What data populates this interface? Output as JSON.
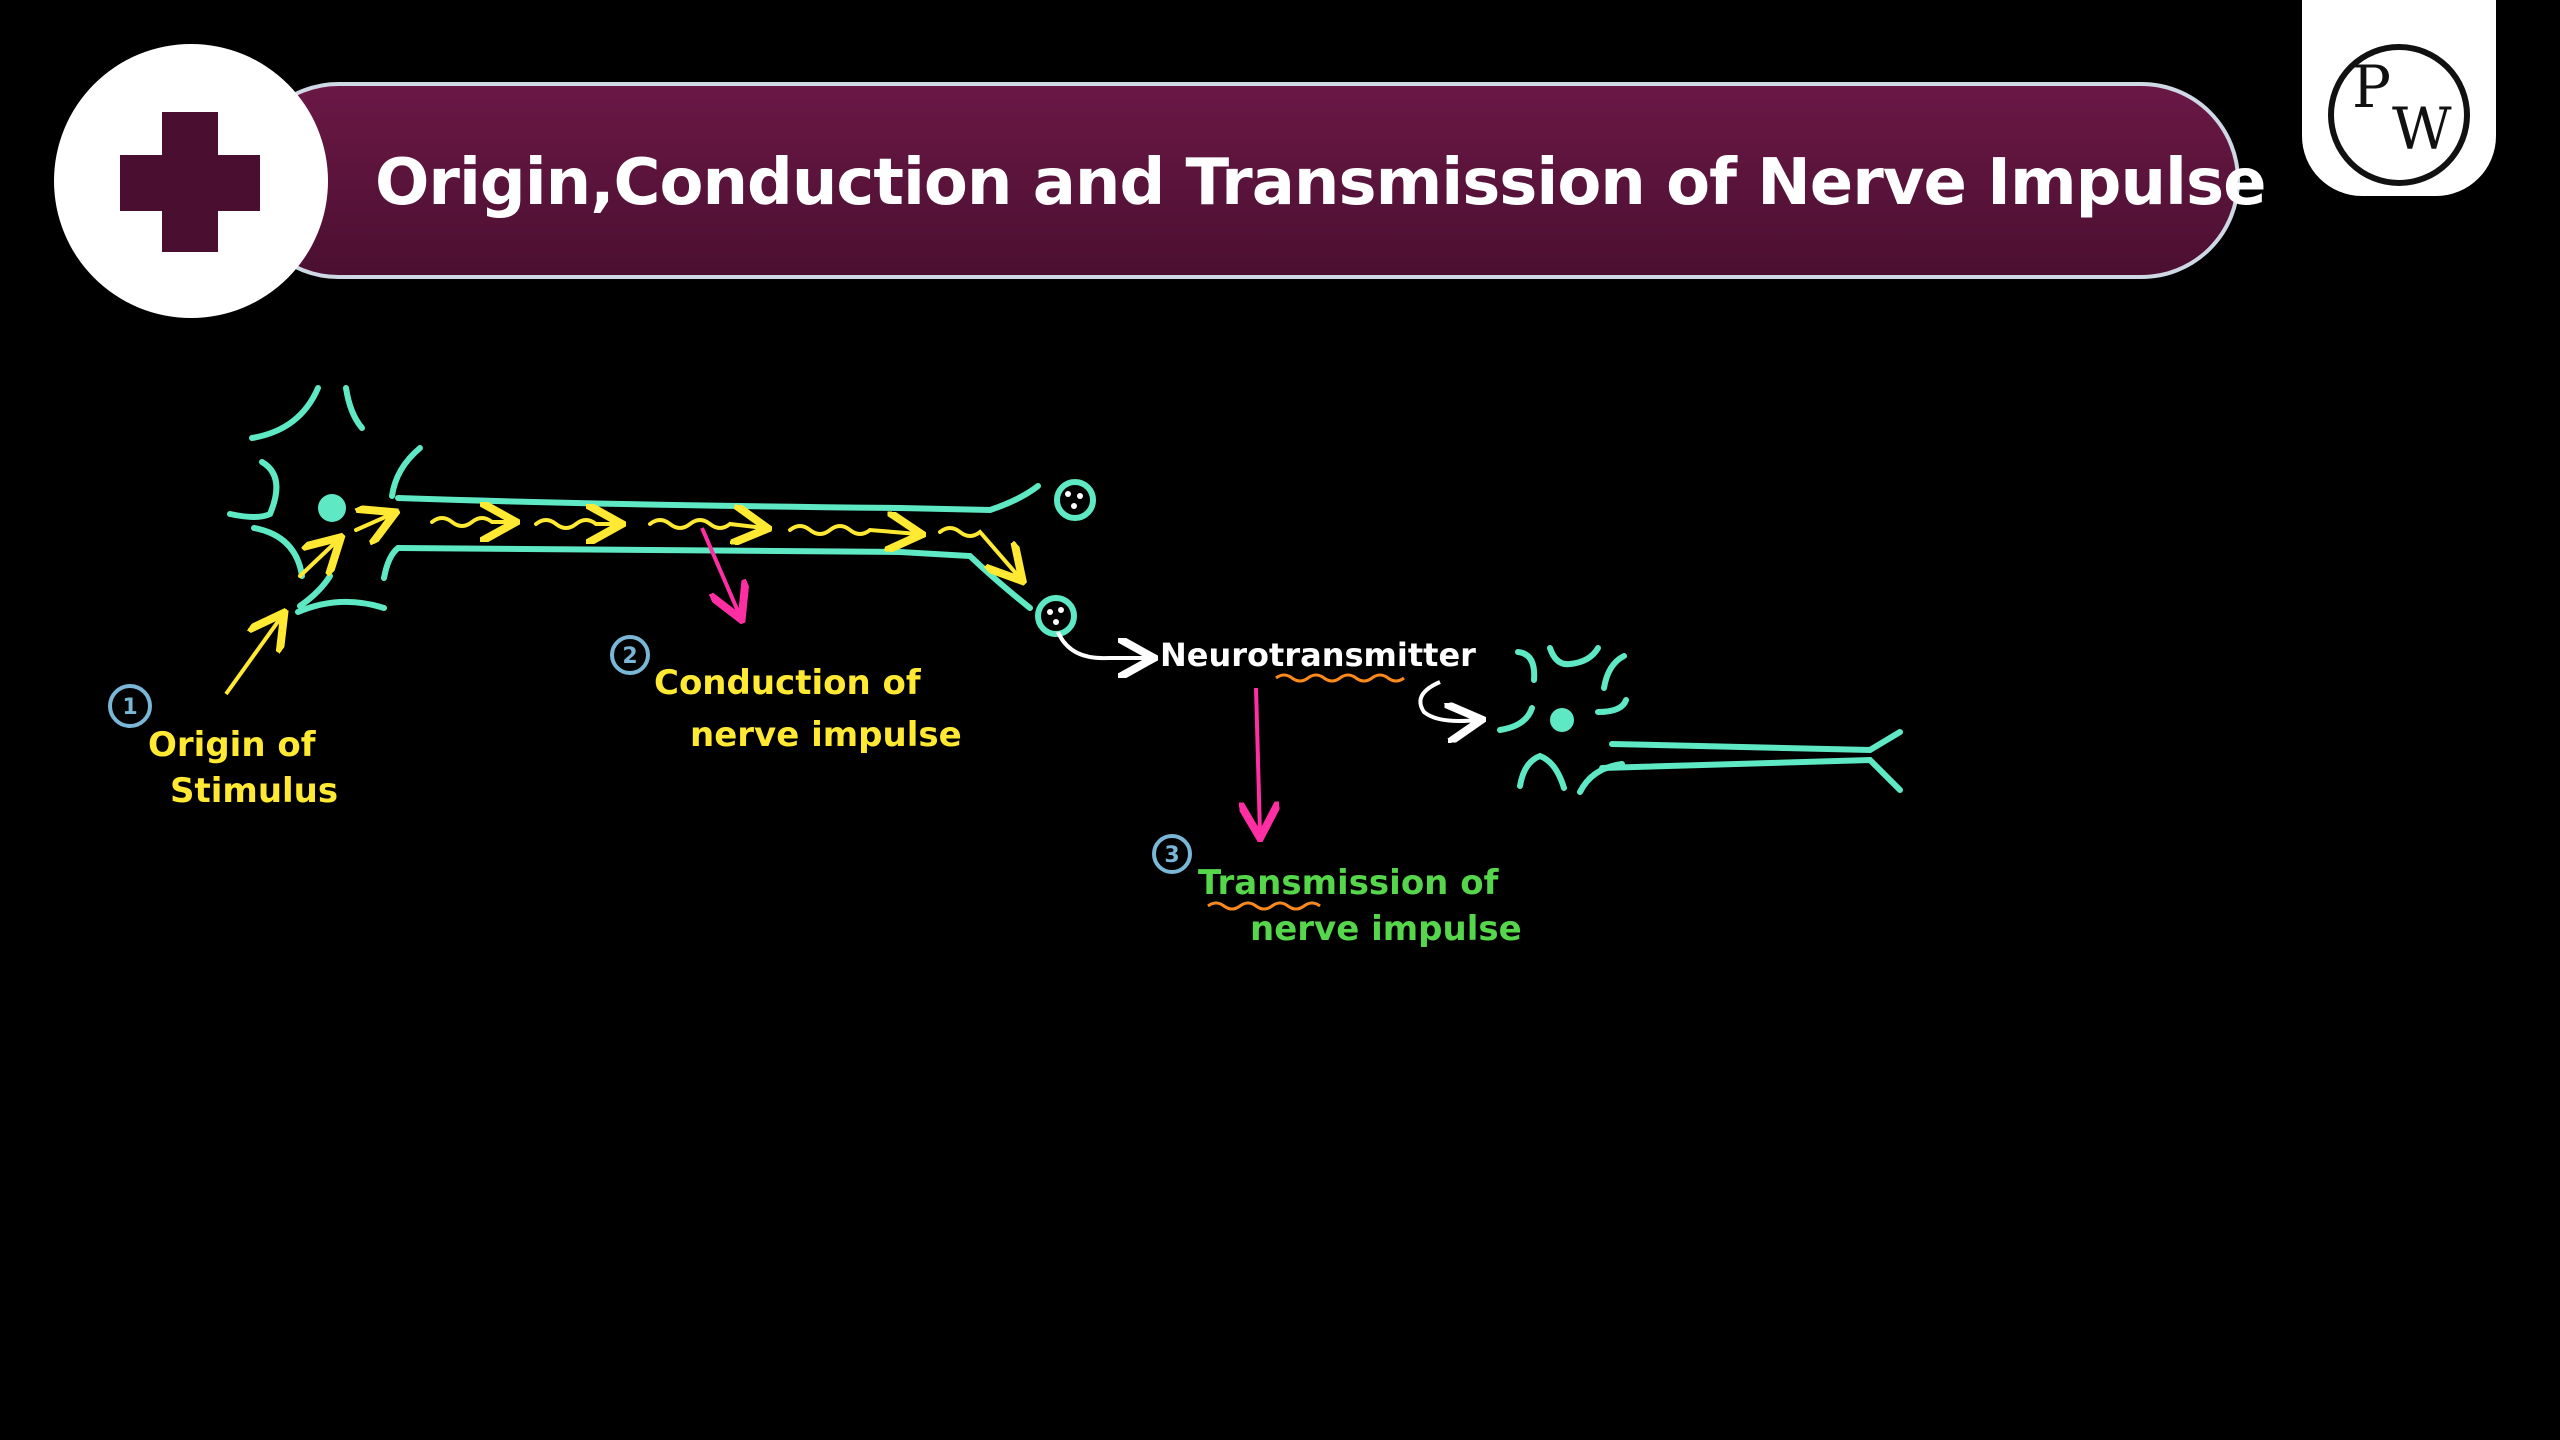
{
  "header": {
    "title": "Origin,Conduction and Transmission of Nerve Impulse",
    "badge_icon": "medical-cross-icon",
    "logo_letters": [
      "P",
      "W"
    ]
  },
  "labels": {
    "step1": {
      "number": "1",
      "line1": "Origin of",
      "line2": "Stimulus"
    },
    "step2": {
      "number": "2",
      "line1": "Conduction of",
      "line2": "nerve impulse"
    },
    "step3": {
      "number": "3",
      "line1": "Transmission of",
      "line2": "nerve impulse"
    },
    "neurotransmitter": "Neurotransmitter"
  },
  "colors": {
    "background": "#000000",
    "neuron": "#5ee9c4",
    "label_yellow": "#ffe933",
    "label_green": "#56d64a",
    "arrow_pink": "#ff2fa3",
    "marker_orange": "#ff8a1c",
    "circle_blue": "#7ab6d6",
    "title_bar": "#5a1239",
    "text_white": "#ffffff"
  }
}
